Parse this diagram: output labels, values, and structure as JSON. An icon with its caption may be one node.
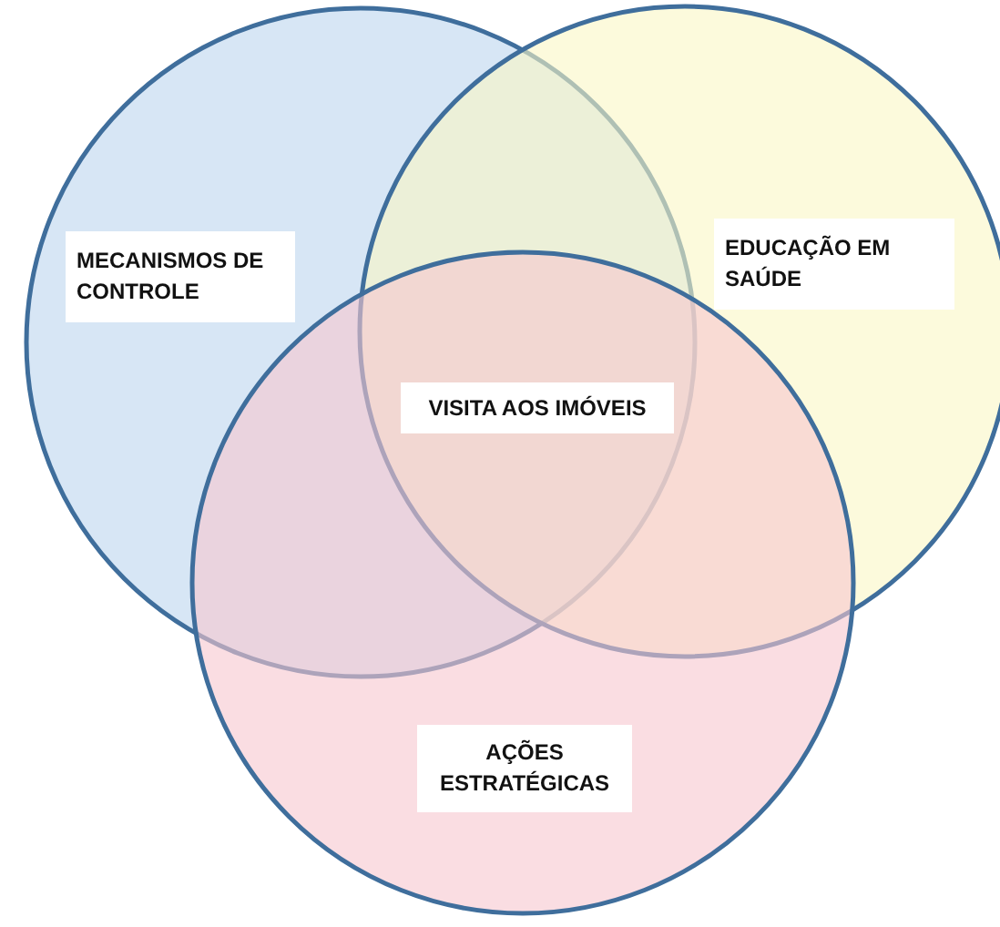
{
  "diagram": {
    "nodes": [
      {
        "text": [
          "MECANISMOS DE CONTROLE"
        ]
      },
      {
        "text": [
          "EDUCAÇÃO EM SAÚDE"
        ]
      },
      {
        "text": [
          "VISITA AOS IMÓVEIS"
        ]
      },
      {
        "text": [
          "AÇÕES ESTRATÉGICAS"
        ]
      }
    ]
  }
}
